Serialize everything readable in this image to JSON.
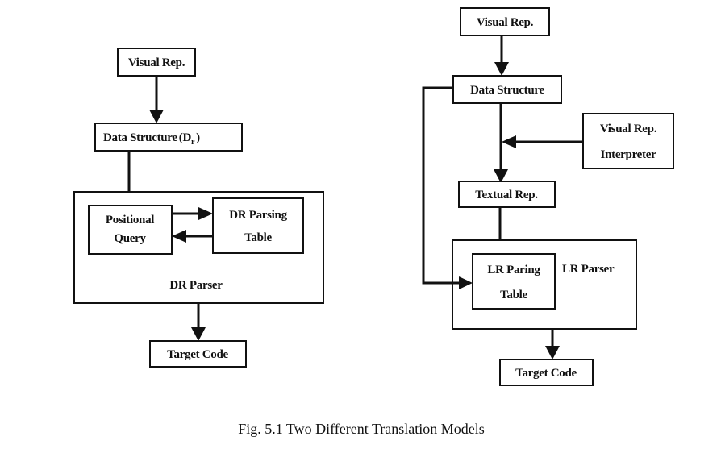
{
  "caption": "Fig. 5.1 Two Different Translation Models",
  "left_model": {
    "visual_rep": "Visual Rep.",
    "data_structure": "Data Structure",
    "data_structure_symbol": "(D",
    "data_structure_subscript": "r",
    "data_structure_close": ")",
    "positional_query_line1": "Positional",
    "positional_query_line2": "Query",
    "dr_parsing_table_line1": "DR Parsing",
    "dr_parsing_table_line2": "Table",
    "dr_parser": "DR Parser",
    "target_code": "Target Code"
  },
  "right_model": {
    "visual_rep": "Visual Rep.",
    "data_structure": "Data Structure",
    "interpreter_line1": "Visual Rep.",
    "interpreter_line2": "Interpreter",
    "textual_rep": "Textual Rep.",
    "lr_parsing_table_line1": "LR Paring",
    "lr_parsing_table_line2": "Table",
    "lr_parser": "LR Parser",
    "target_code": "Target Code"
  }
}
